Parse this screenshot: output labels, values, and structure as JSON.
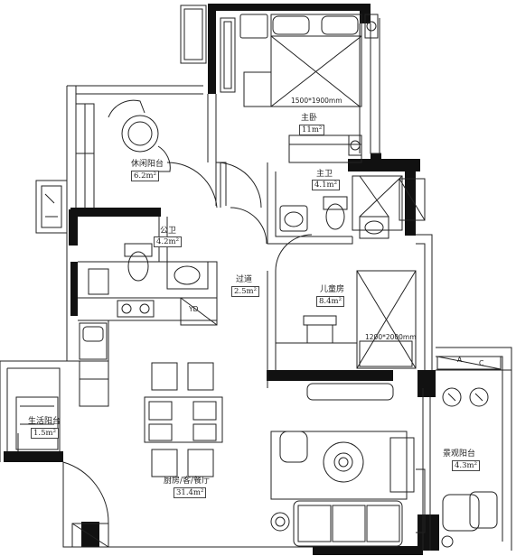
{
  "plan": {
    "rooms": [
      {
        "key": "master_bedroom",
        "label": "主卧",
        "area": "11m²"
      },
      {
        "key": "leisure_balcony",
        "label": "休闲阳台",
        "area": "6.2m²"
      },
      {
        "key": "master_bath",
        "label": "主卫",
        "area": "4.1m²"
      },
      {
        "key": "public_bath",
        "label": "公卫",
        "area": "4.2m²"
      },
      {
        "key": "corridor",
        "label": "过道",
        "area": "2.5m²"
      },
      {
        "key": "kids_room",
        "label": "儿童房",
        "area": "8.4m²"
      },
      {
        "key": "living",
        "label": "厨房/客/餐厅",
        "area": "31.4m²"
      },
      {
        "key": "service_balcony",
        "label": "生活阳台",
        "area": "1.5m²"
      },
      {
        "key": "view_balcony",
        "label": "景观阳台",
        "area": "4.3m²"
      }
    ],
    "bed_size_master": "1500*1900mm",
    "bed_size_kids": "1200*2000mm",
    "tags": {
      "yd": "YD",
      "ac_a": "A",
      "ac_c": "C"
    }
  }
}
